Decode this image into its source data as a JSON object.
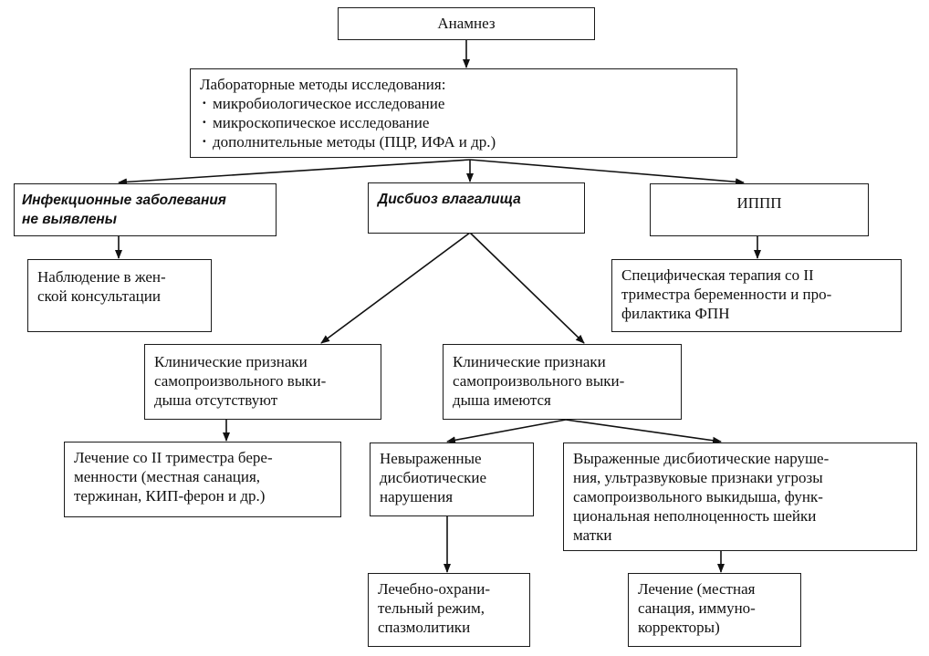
{
  "anamnesis": "Анамнез",
  "lab": {
    "title": "Лабораторные методы исследования:",
    "items": [
      "микробиологическое исследование",
      "микроскопическое исследование",
      "дополнительные методы (ПЦР, ИФА и др.)"
    ]
  },
  "branches": {
    "no_infection": "Инфекционные заболевания\nне выявлены",
    "dysbiosis": "Дисбиоз влагалища",
    "stis": "ИППП"
  },
  "observation": "Наблюдение в жен-\nской консультации",
  "specific_therapy": "Специфическая терапия со II\nтриместра беременности и про-\nфилактика ФПН",
  "signs_absent": "Клинические признаки\nсамопроизвольного выки-\nдыша отсутствуют",
  "signs_present": "Клинические признаки\nсамопроизвольного выки-\nдыша имеются",
  "treatment_second_trimester": "Лечение со II триместра бере-\nменности (местная санация,\nтержинан, КИП-ферон и др.)",
  "mild_disorders": "Невыраженные\nдисбиотические\nнарушения",
  "severe_disorders": "Выраженные дисбиотические наруше-\nния, ультразвуковые признаки угрозы\nсамопроизвольного выкидыша, функ-\nциональная неполноценность шейки\nматки",
  "protective_regimen": "Лечебно-охрани-\nтельный режим,\nспазмолитики",
  "treatment_local": "Лечение (местная\nсанация, иммуно-\nкорректоры)"
}
